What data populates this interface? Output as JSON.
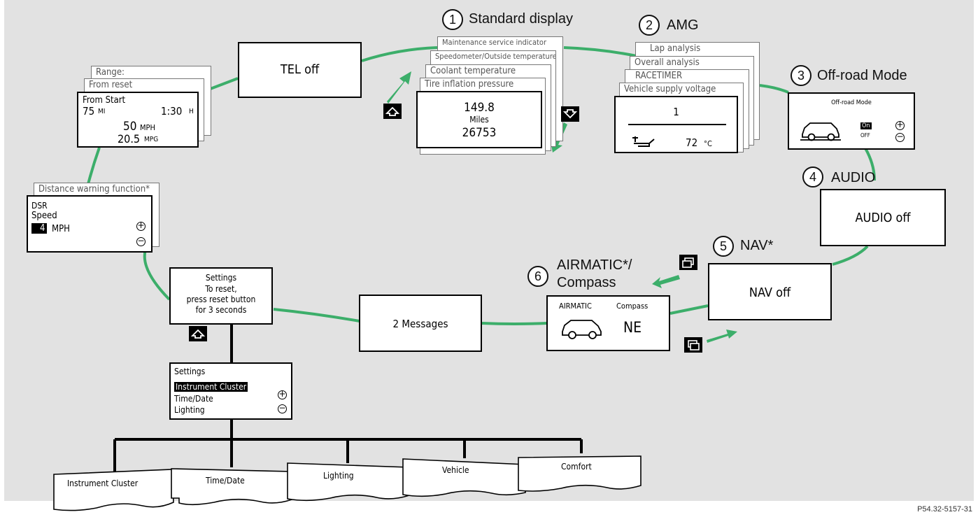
{
  "sections": {
    "standard": {
      "num": "1",
      "title": "Standard display"
    },
    "amg": {
      "num": "2",
      "title": "AMG"
    },
    "offroad": {
      "num": "3",
      "title": "Off-road Mode"
    },
    "audio": {
      "num": "4",
      "title": "AUDIO"
    },
    "nav": {
      "num": "5",
      "title": "NAV*"
    },
    "airmatic": {
      "num": "6",
      "title_line1": "AIRMATIC*/",
      "title_line2": "Compass"
    }
  },
  "trip": {
    "stack": [
      "Range:",
      "From reset"
    ],
    "heading": "From Start",
    "distance": "75",
    "distance_unit": "MI",
    "time": "1:30",
    "time_unit": "H",
    "speed": "50",
    "speed_unit": "MPH",
    "mileage": "20.5",
    "mileage_unit": "MPG"
  },
  "tel": {
    "text": "TEL off"
  },
  "standard_display": {
    "stack": [
      "Maintenance service indicator",
      "Speedometer/Outside temperature",
      "Coolant temperature",
      "Tire inflation pressure"
    ],
    "value1": "149.8",
    "unit1": "Miles",
    "value2": "26753"
  },
  "amg_display": {
    "stack": [
      "Lap analysis",
      "Overall analysis",
      "RACETIMER",
      "Vehicle supply voltage"
    ],
    "value": "1",
    "temp": "72",
    "temp_unit": "°C"
  },
  "offroad_display": {
    "title": "Off-road Mode",
    "on": "On",
    "off": "OFF"
  },
  "audio_display": {
    "text": "AUDIO off"
  },
  "nav_display": {
    "text": "NAV off"
  },
  "airmatic_display": {
    "label_left": "AIRMATIC",
    "label_right": "Compass",
    "heading": "NE"
  },
  "messages": {
    "text": "2 Messages"
  },
  "distance": {
    "stack": [
      "Distance warning function*"
    ],
    "line1": "DSR",
    "line2": "Speed",
    "value": "4",
    "unit": "MPH"
  },
  "settings_reset": {
    "line1": "Settings",
    "line2": "To reset,",
    "line3": "press reset button",
    "line4": "for 3 seconds"
  },
  "settings_menu": {
    "title": "Settings",
    "items": [
      "Instrument Cluster",
      "Time/Date",
      "Lighting"
    ]
  },
  "tabs": [
    "Instrument Cluster",
    "Time/Date",
    "Lighting",
    "Vehicle",
    "Comfort"
  ],
  "figure_id": "P54.32-5157-31"
}
